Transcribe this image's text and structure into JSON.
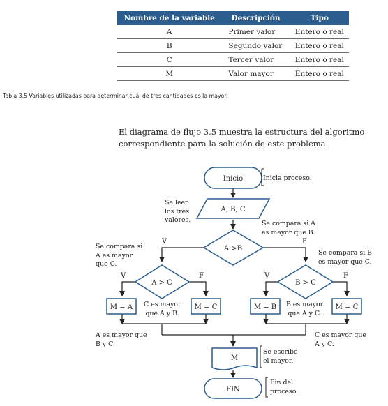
{
  "table": {
    "headers": [
      "Nombre de la variable",
      "Descripción",
      "Tipo"
    ],
    "rows": [
      [
        "A",
        "Primer valor",
        "Entero o real"
      ],
      [
        "B",
        "Segundo valor",
        "Entero o real"
      ],
      [
        "C",
        "Tercer valor",
        "Entero o real"
      ],
      [
        "M",
        "Valor mayor",
        "Entero o real"
      ]
    ],
    "caption": "Tabla 3.5 Variables utilizadas para determinar cuál de tres cantidades es la mayor."
  },
  "intro_paragraph": "El diagrama de flujo 3.5 muestra la estructura del algoritmo correspondiente para la solución de este problema.",
  "flowchart": {
    "start_label": "Inicio",
    "start_note": "Inicia proceso.",
    "input_label": "A, B, C",
    "input_note_lines": [
      "Se leen",
      "los tres",
      "valores."
    ],
    "decision_main": "A >B",
    "decision_main_note_lines": [
      "Se compara si A",
      "es mayor que B."
    ],
    "true_label": "V",
    "false_label": "F",
    "left_note_lines": [
      "Se compara si",
      "A es mayor",
      "que C."
    ],
    "decision_left": "A  >  C",
    "right_note_lines": [
      "Se compara si B",
      "es mayor que C."
    ],
    "decision_right": "B >  C",
    "assign_ma": "M = A",
    "assign_mc_left": "M = C",
    "assign_mb": "M = B",
    "assign_mc_right": "M = C",
    "mid_left_note_lines": [
      "C es mayor",
      "que A y B."
    ],
    "mid_right_note_lines": [
      "B es mayor",
      "que A y C."
    ],
    "bottom_left_note_lines": [
      "A es  mayor que",
      "B y C."
    ],
    "bottom_right_note_lines": [
      "C es  mayor  que",
      "A y C."
    ],
    "output_label": "M",
    "output_note_lines": [
      "Se escribe",
      "el mayor."
    ],
    "end_label": "FIN",
    "end_note_lines": [
      "Fin del",
      "proceso."
    ]
  },
  "colors": {
    "header_bg": "#2b5d8f",
    "flow_stroke": "#2b5d8f"
  }
}
